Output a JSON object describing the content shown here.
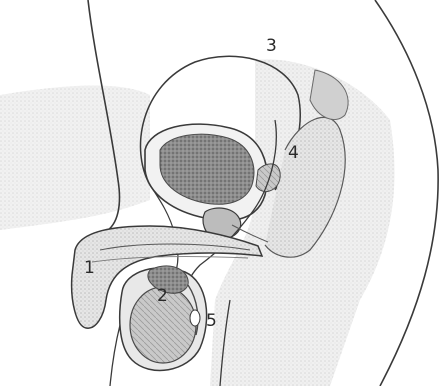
{
  "diagram": {
    "labels": [
      {
        "id": "1",
        "text": "1"
      },
      {
        "id": "2",
        "text": "2"
      },
      {
        "id": "3",
        "text": "3"
      },
      {
        "id": "4",
        "text": "4"
      },
      {
        "id": "5",
        "text": "5"
      }
    ]
  },
  "colors": {
    "background": "#ffffff",
    "shading": "#d4d4d4",
    "shading_dark": "#9a9a9a",
    "outline": "#3a3a3a"
  }
}
